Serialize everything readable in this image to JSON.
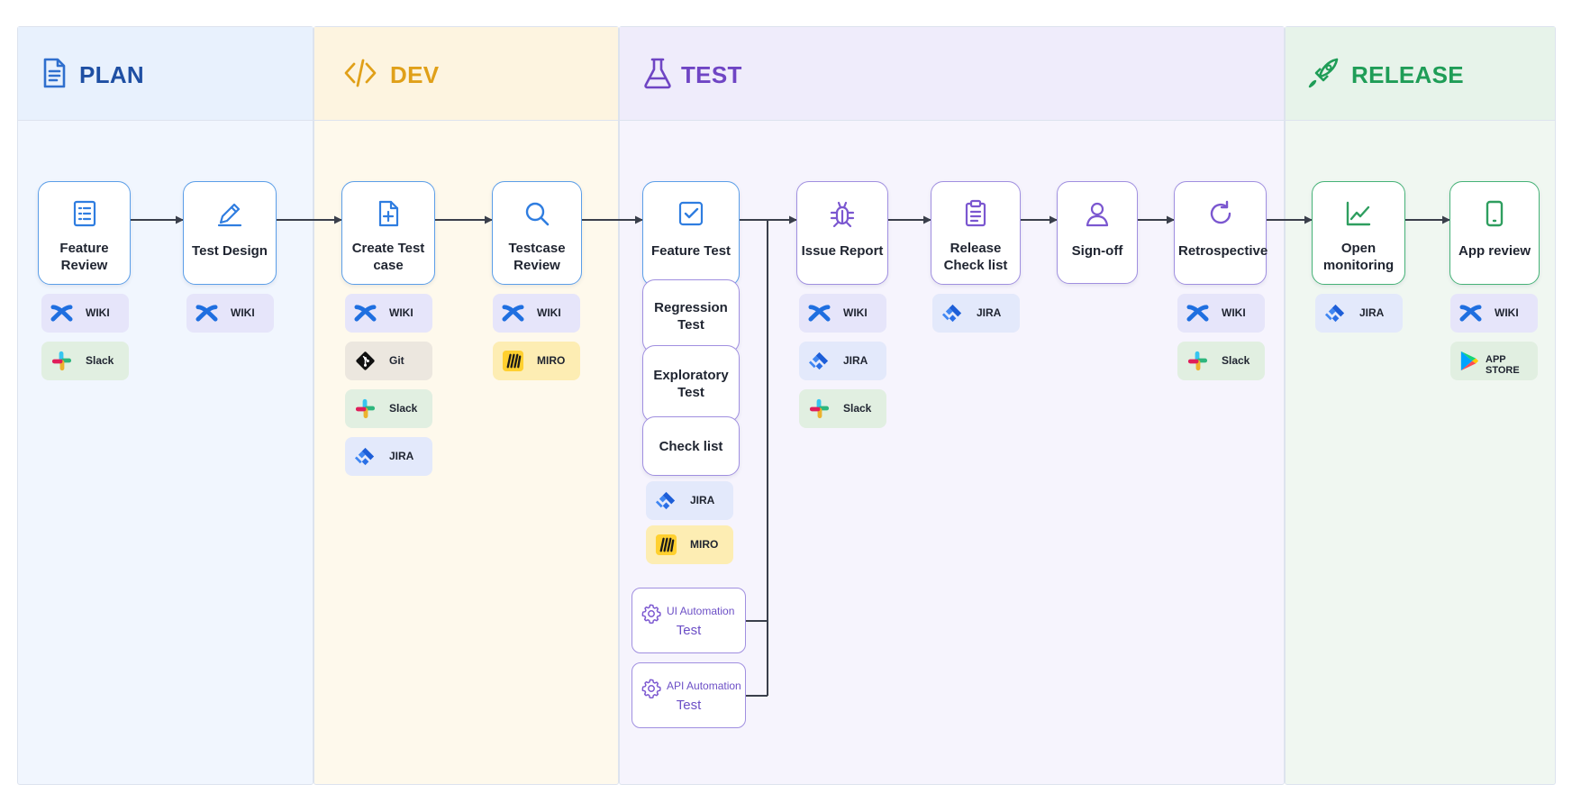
{
  "lanes": {
    "plan": {
      "title": "PLAN",
      "color": "#1e4fa3",
      "icon": "document-icon"
    },
    "dev": {
      "title": "DEV",
      "color": "#e0a019",
      "icon": "code-icon"
    },
    "test": {
      "title": "TEST",
      "color": "#6f45c4",
      "icon": "flask-icon"
    },
    "release": {
      "title": "RELEASE",
      "color": "#1f9d57",
      "icon": "rocket-icon"
    }
  },
  "nodes": {
    "feature_review": {
      "label": "Feature Review",
      "icon": "list-document-icon"
    },
    "test_design": {
      "label": "Test Design",
      "icon": "pencil-icon"
    },
    "create_test_case": {
      "label": "Create Test case",
      "icon": "file-plus-icon"
    },
    "testcase_review": {
      "label": "Testcase Review",
      "icon": "magnifier-icon"
    },
    "feature_test": {
      "label": "Feature Test",
      "icon": "checkbox-icon"
    },
    "issue_report": {
      "label": "Issue Report",
      "icon": "bug-icon"
    },
    "release_check_list": {
      "label": "Release Check list",
      "icon": "clipboard-icon"
    },
    "sign_off": {
      "label": "Sign-off",
      "icon": "user-icon"
    },
    "retrospective": {
      "label": "Retrospective",
      "icon": "refresh-icon"
    },
    "open_monitoring": {
      "label": "Open monitoring",
      "icon": "line-chart-icon"
    },
    "app_review": {
      "label": "App review",
      "icon": "phone-icon"
    }
  },
  "test_substeps": [
    "Regression Test",
    "Exploratory Test",
    "Check list"
  ],
  "automation": [
    {
      "small": "UI Automation",
      "big": "Test",
      "icon": "gear-icon"
    },
    {
      "small": "API Automation",
      "big": "Test",
      "icon": "gear-icon"
    }
  ],
  "tools": {
    "wiki": "WIKI",
    "slack": "Slack",
    "git": "Git",
    "jira": "JIRA",
    "miro": "MIRO",
    "app_store": "APP STORE"
  },
  "colors": {
    "blue_border": "#5b9ee8",
    "purple_border": "#a08fe0",
    "green_border": "#46b277",
    "arrow": "#3a3f4b"
  }
}
